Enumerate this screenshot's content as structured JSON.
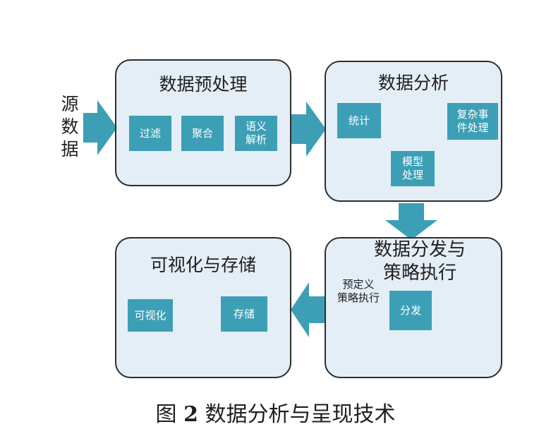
{
  "source": {
    "chars": [
      "源",
      "数",
      "据"
    ]
  },
  "panels": {
    "preprocess": {
      "title": "数据预处理",
      "boxes": [
        "过滤",
        "聚合",
        "语义\n解析"
      ]
    },
    "analysis": {
      "title": "数据分析",
      "stat": "统计",
      "complex": "复杂事\n件处理",
      "model": "模型\n处理"
    },
    "dispatch": {
      "title": "数据分发与\n策略执行",
      "predefined": "预定义\n策略执行",
      "box": "分发"
    },
    "visual": {
      "title": "可视化与存储",
      "boxes": [
        "可视化",
        "存储"
      ]
    }
  },
  "caption": {
    "prefix": "图",
    "number": "2",
    "text": "数据分析与呈现技术"
  },
  "colors": {
    "panel_fill": "#e4eef7",
    "box_fill": "#3c9fb6",
    "arrow_fill": "#3c9fb6",
    "cycle": "#f39a2a"
  }
}
